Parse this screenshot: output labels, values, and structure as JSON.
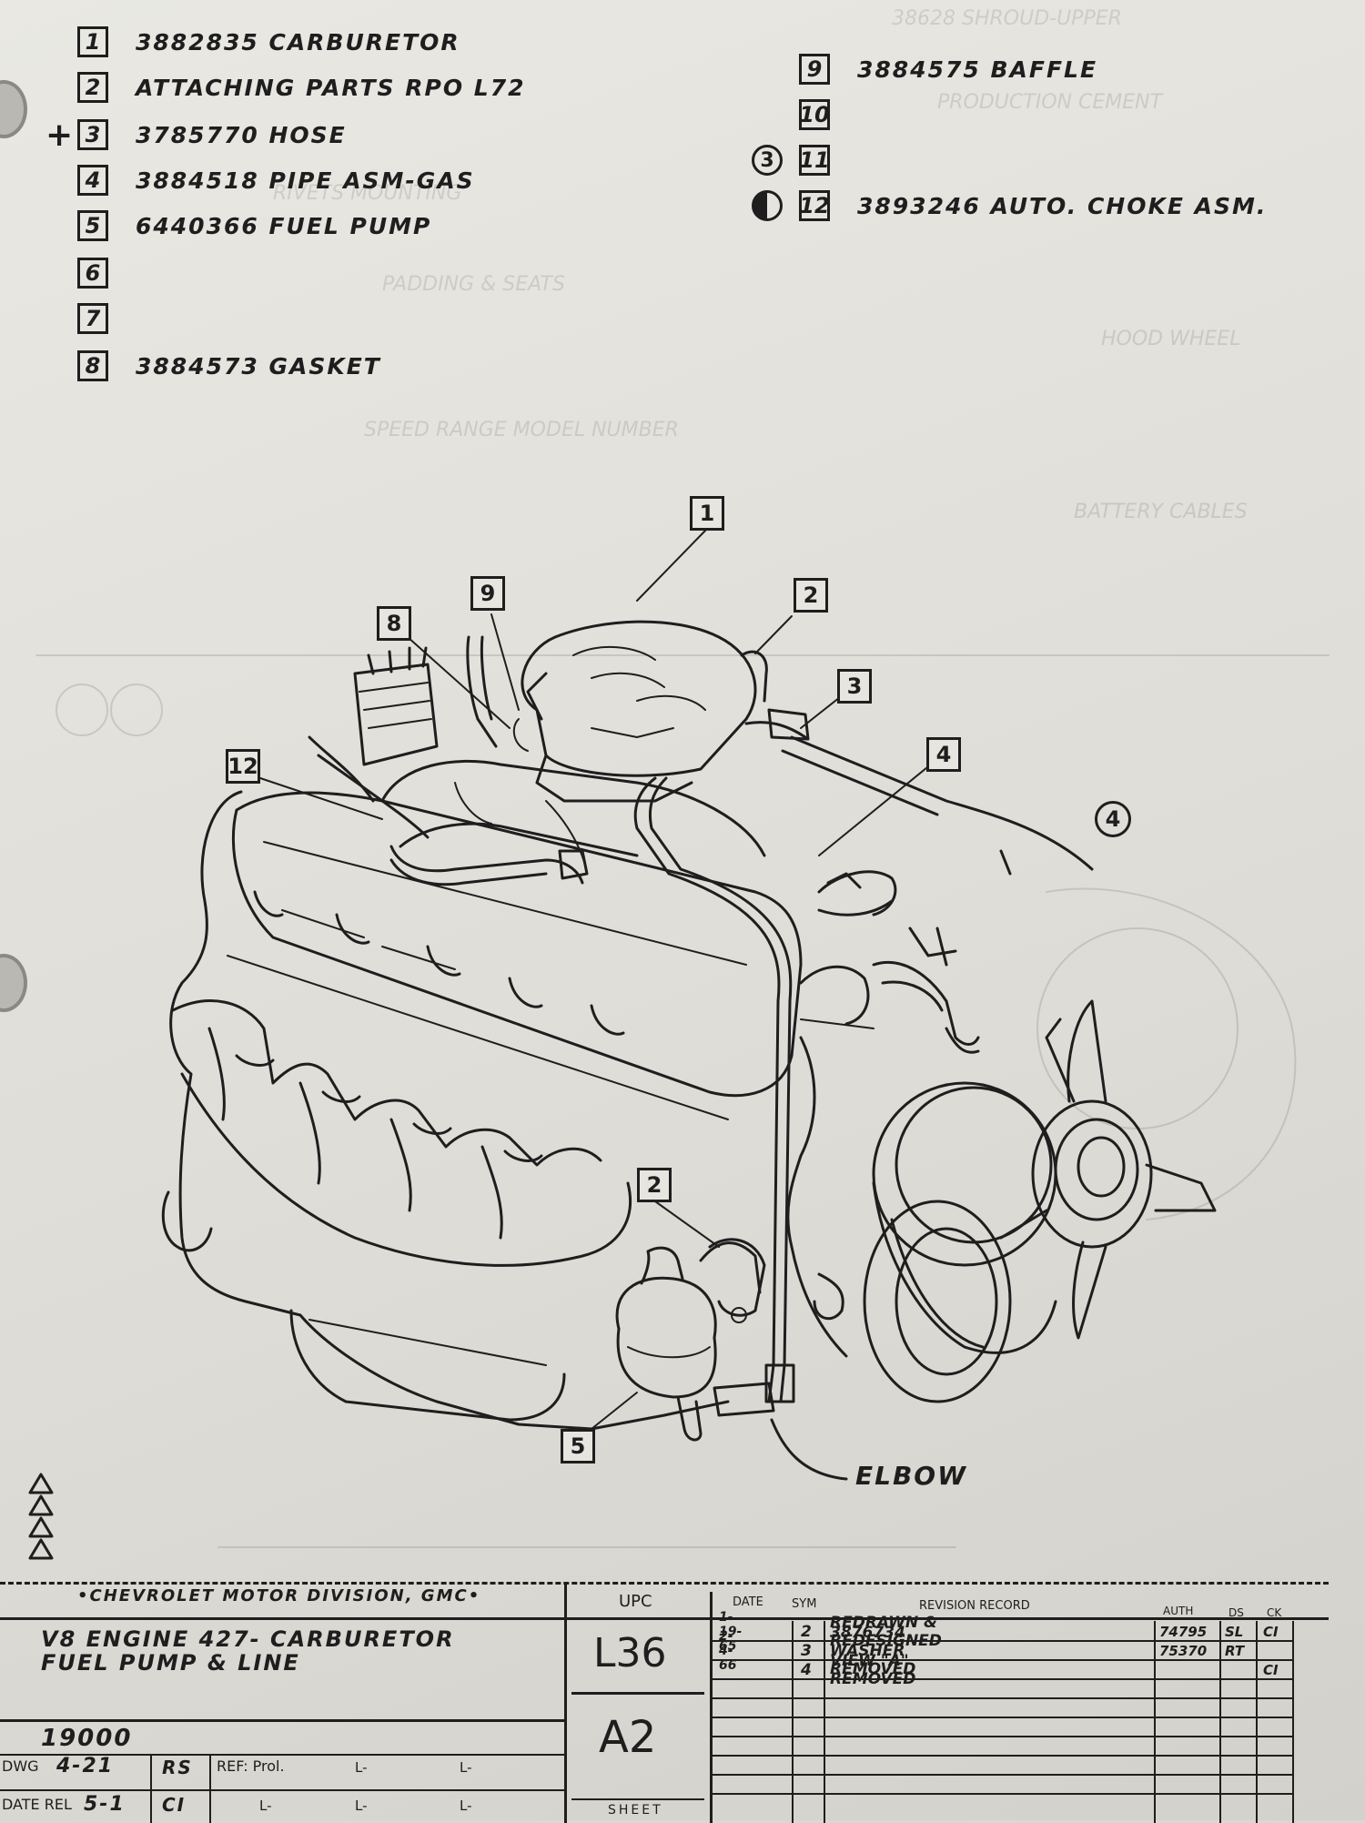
{
  "parts_list": {
    "left": [
      {
        "num": "1",
        "text": "3882835 CARBURETOR"
      },
      {
        "num": "2",
        "text": "ATTACHING PARTS RPO L72"
      },
      {
        "num": "3",
        "text": "3785770 HOSE"
      },
      {
        "num": "4",
        "text": "3884518 PIPE ASM-GAS"
      },
      {
        "num": "5",
        "text": "6440366 FUEL PUMP"
      },
      {
        "num": "6",
        "text": ""
      },
      {
        "num": "7",
        "text": ""
      },
      {
        "num": "8",
        "text": "3884573 GASKET"
      }
    ],
    "right": [
      {
        "num": "9",
        "text": "3884575 BAFFLE"
      },
      {
        "num": "10",
        "text": ""
      },
      {
        "num": "11",
        "text": ""
      },
      {
        "num": "12",
        "text": "3893246 AUTO. CHOKE ASM."
      }
    ],
    "plus_mark": "+",
    "circle_marker_11": "3"
  },
  "diagram": {
    "callouts": [
      "1",
      "2",
      "3",
      "4",
      "8",
      "9",
      "12",
      "2",
      "5"
    ],
    "circled_callout": "4",
    "elbow_label": "ELBOW"
  },
  "title_block": {
    "company": "•CHEVROLET MOTOR DIVISION, GMC•",
    "title_line1": "V8 ENGINE 427- CARBURETOR",
    "title_line2": "FUEL PUMP & LINE",
    "group_number": "19000",
    "dwg_label": "DWG",
    "dwg_value": "4-21",
    "date_rel_label": "DATE REL",
    "date_rel_value": "5-1",
    "initials_1": "RS",
    "initials_2": "CI",
    "ref_label": "REF: Prol.",
    "ref_placeholders": [
      "L-",
      "L-",
      "L-",
      "L-",
      "L-"
    ],
    "upc_label": "UPC",
    "upc_value": "L36",
    "sheet_code": "A2",
    "sheet_label": "SHEET",
    "rev_headers": {
      "date": "DATE",
      "sym": "SYM",
      "record": "REVISION RECORD",
      "auth": "AUTH",
      "ds": "DS",
      "ck": "CK"
    },
    "revisions": [
      {
        "date": "1-19-65",
        "sym": "2",
        "record": "REDRAWN & REDESIGNED",
        "auth": "74795",
        "ds": "SL",
        "ck": "CI"
      },
      {
        "date": "2-4-66",
        "sym": "3",
        "record": "3876734 WASHER REMOVED",
        "auth": "75370",
        "ds": "RT",
        "ck": ""
      },
      {
        "date": "",
        "sym": "4",
        "record": "VIEW \"A\" REMOVED",
        "auth": "",
        "ds": "",
        "ck": "CI"
      }
    ]
  }
}
